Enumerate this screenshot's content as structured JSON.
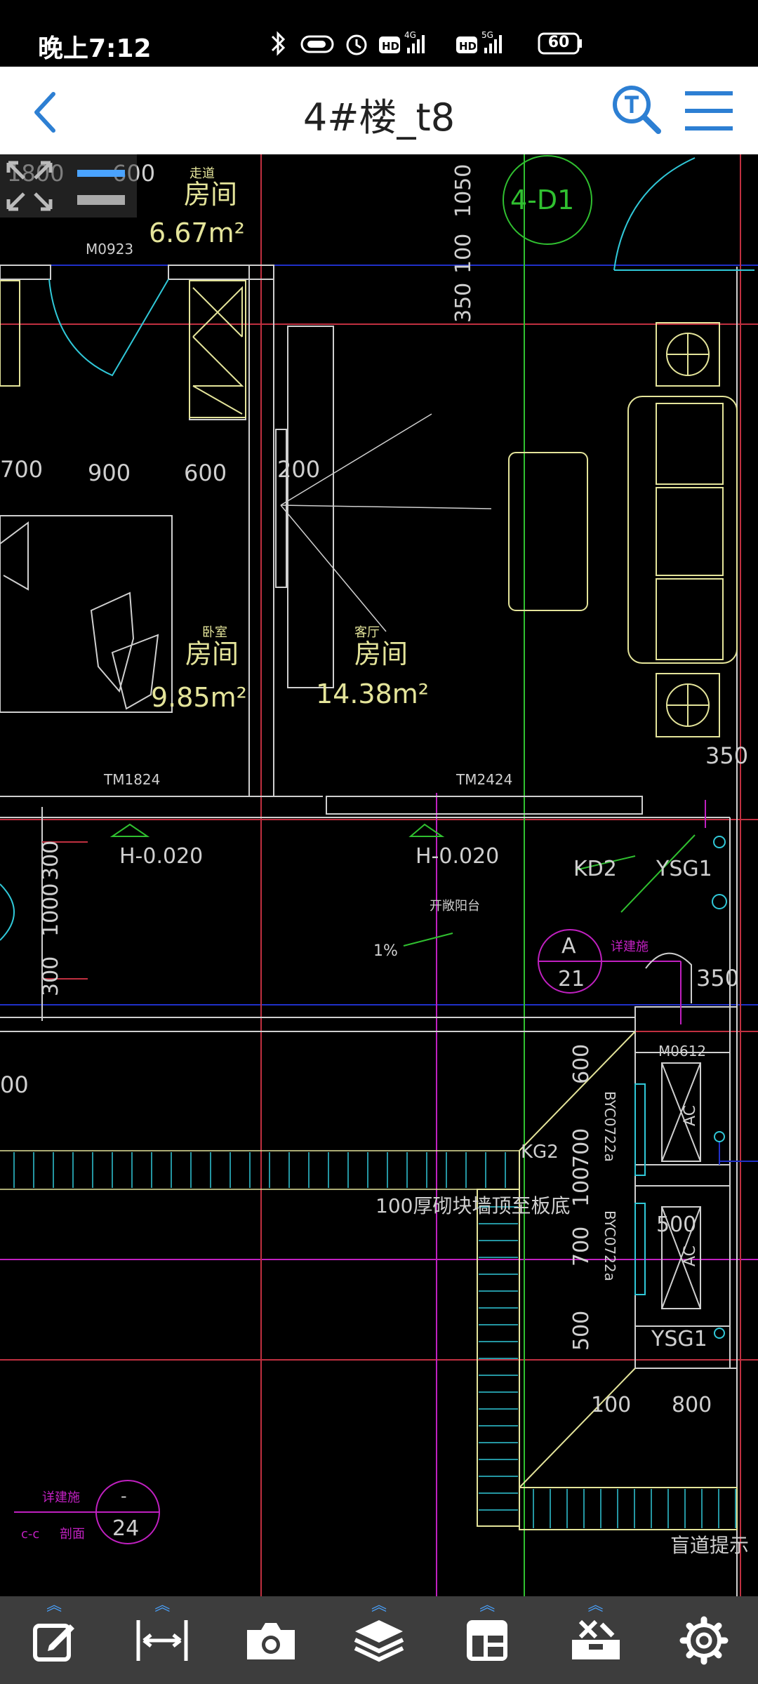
{
  "status_bar": {
    "time": "晚上7:12",
    "battery": "60"
  },
  "header": {
    "title": "4#楼_t8"
  },
  "drawing": {
    "labels": {
      "dim_top_a": "1800",
      "dim_top_b": "600",
      "room_walk_small": "走道",
      "room1_name": "房间",
      "room1_area": "6.67m²",
      "door_m0923": "M0923",
      "dim_1050": "1050",
      "dim_100_a": "100",
      "dim_350_a": "350",
      "axis_4d1": "4-D1",
      "dim_700": "700",
      "dim_900": "900",
      "dim_600": "600",
      "dim_200": "200",
      "room_bed_small": "卧室",
      "room2_name": "房间",
      "room2_area": "9.85m²",
      "room_living_small": "客厅",
      "room3_name": "房间",
      "room3_area": "14.38m²",
      "dim_350_b": "350",
      "door_tm1824": "TM1824",
      "door_tm2424": "TM2424",
      "level_a": "H-0.020",
      "level_b": "H-0.020",
      "dim_300_a": "300",
      "dim_1000": "1000",
      "dim_300_b": "300",
      "balcony": "开敞阳台",
      "slope": "1%",
      "kd2": "KD2",
      "ysg1_a": "YSG1",
      "detail_a_top": "A",
      "detail_a_bottom": "21",
      "detail_ref": "详建施",
      "dim_350_c": "350",
      "dim_00": "00",
      "door_m0612": "M0612",
      "dim_600_v": "600",
      "byc_a": "BYC0722a",
      "ac_a": "AC",
      "kg2": "KG2",
      "dim_700_v": "700",
      "wall_note": "100厚砌块墙顶至板底",
      "dim_100_v": "100",
      "byc_b": "BYC0722a",
      "dim_500_a": "500",
      "dim_700_v2": "700",
      "ac_b": "AC",
      "dim_500_v": "500",
      "ysg1_b": "YSG1",
      "dim_100_b": "100",
      "dim_800": "800",
      "detail_ref_b": "详建施",
      "section_cc": "c-c",
      "section_label": "剖面",
      "detail_b_top": "-",
      "detail_b_bottom": "24",
      "blind_path": "盲道提示"
    }
  },
  "toolbar": {
    "items": [
      {
        "name": "edit-icon"
      },
      {
        "name": "measure-icon"
      },
      {
        "name": "camera-icon"
      },
      {
        "name": "layers-icon"
      },
      {
        "name": "layout-icon"
      },
      {
        "name": "toolbox-icon"
      },
      {
        "name": "gear-icon"
      }
    ]
  },
  "colors": {
    "accent": "#2d7fd3",
    "cad_white": "#d8d8d8",
    "cad_yellow": "#e4e49a",
    "cad_red": "#c03040",
    "cad_blue": "#2030c8",
    "cad_magenta": "#c020c0",
    "cad_green": "#30c030",
    "cad_cyan": "#30c8d8",
    "toolbar_bg": "#3d3d3d"
  }
}
